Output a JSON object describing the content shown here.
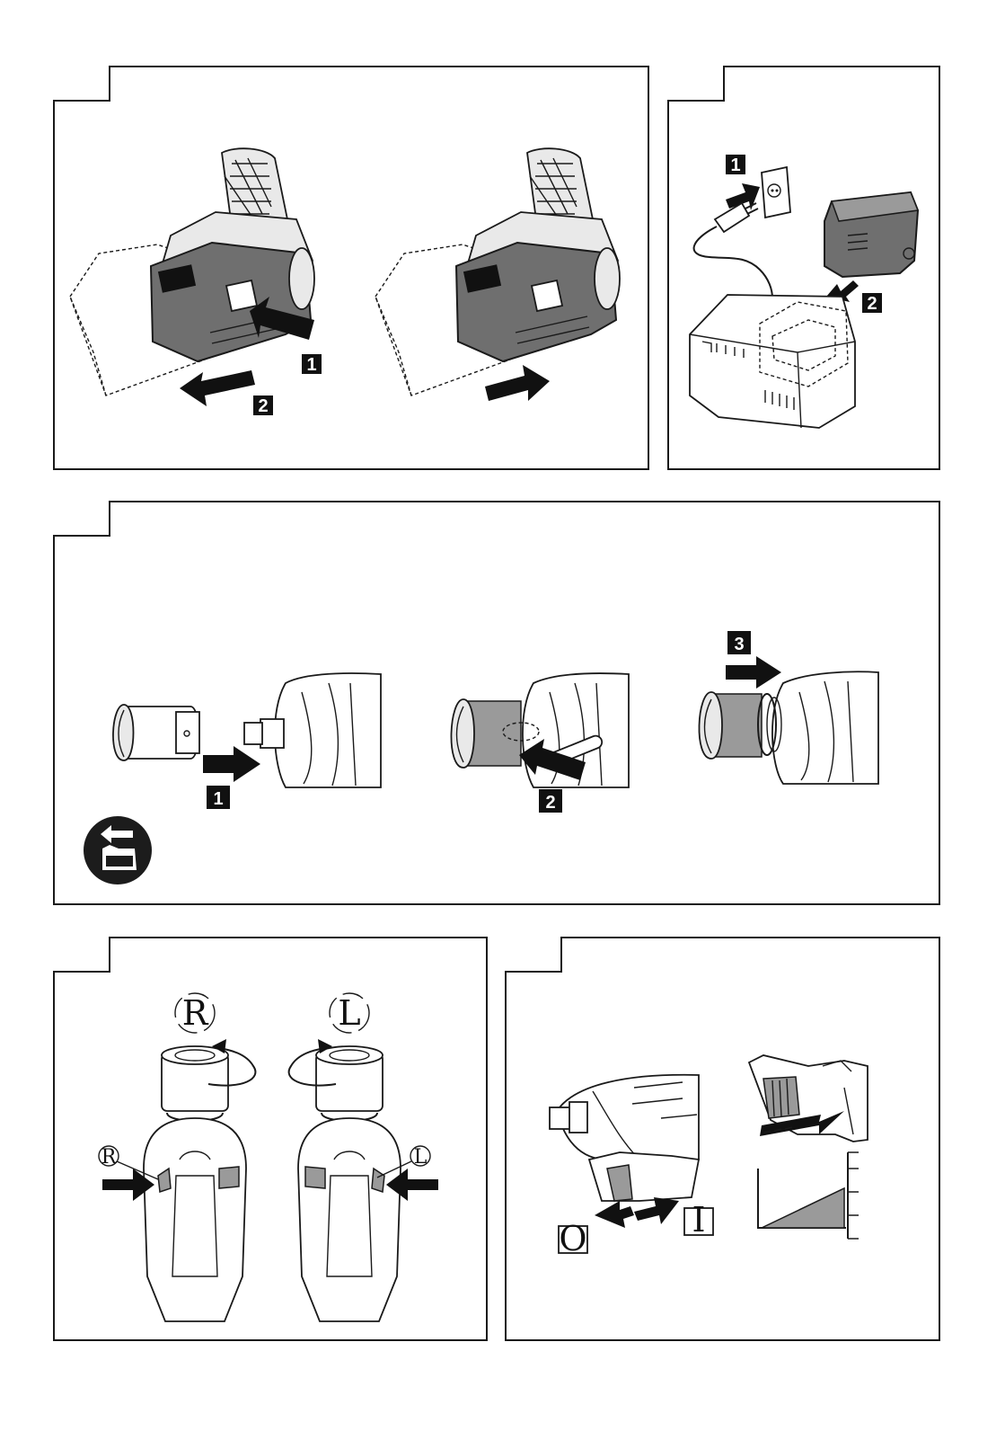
{
  "colors": {
    "ink": "#111111",
    "battery_gray": "#6f6f6f",
    "fill_gray": "#9a9a9a",
    "background": "#ffffff"
  },
  "step_labels": {
    "battery_release": "1",
    "battery_slide_out": "2",
    "charger_plug": "1",
    "charger_insert": "2",
    "socket_attach": "1",
    "socket_pin": "2",
    "socket_push": "3"
  },
  "rotation": {
    "right_symbol": "R",
    "left_symbol": "L",
    "right_button_label": "R",
    "left_button_label": "L"
  },
  "switch": {
    "off_label": "O",
    "on_label": "I"
  },
  "icons": {
    "remove_battery": "remove-battery-icon"
  }
}
